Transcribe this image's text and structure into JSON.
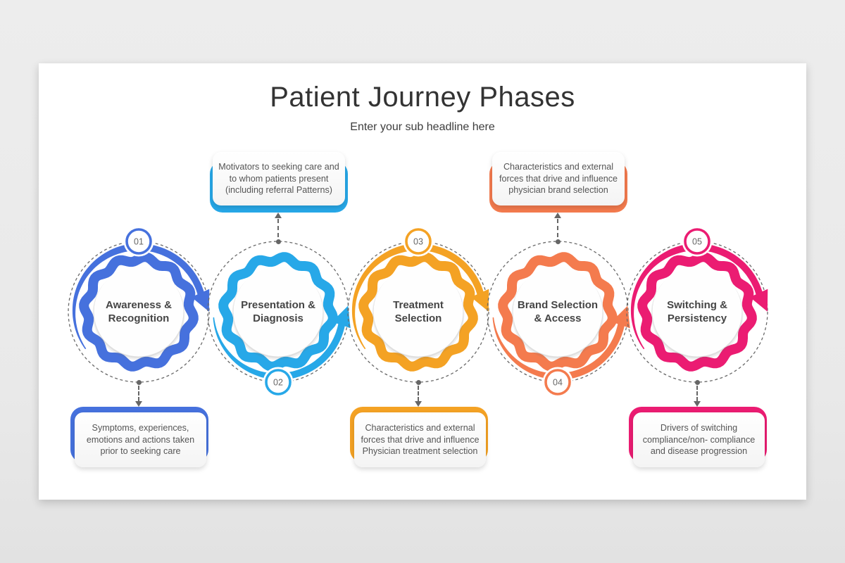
{
  "slide": {
    "title": "Patient Journey Phases",
    "subtitle": "Enter your sub headline here"
  },
  "connector_color": "#666666",
  "phases": [
    {
      "number": "01",
      "label": "Awareness & Recognition",
      "color": "#4671DD",
      "badge_position": "top",
      "arc": "top",
      "note_position": "bottom",
      "note": "Symptoms, experiences, emotions and actions taken prior to seeking care"
    },
    {
      "number": "02",
      "label": "Presentation & Diagnosis",
      "color": "#27A8E8",
      "badge_position": "bottom",
      "arc": "bottom",
      "note_position": "top",
      "note": "Motivators to seeking care and to whom patients present (including referral Patterns)"
    },
    {
      "number": "03",
      "label": "Treatment Selection",
      "color": "#F4A224",
      "badge_position": "top",
      "arc": "top",
      "note_position": "bottom",
      "note": "Characteristics and external forces that drive and influence Physician treatment selection"
    },
    {
      "number": "04",
      "label": "Brand Selection & Access",
      "color": "#F47B4E",
      "badge_position": "bottom",
      "arc": "bottom",
      "note_position": "top",
      "note": "Characteristics and external forces that drive and influence physician brand selection"
    },
    {
      "number": "05",
      "label": "Switching & Persistency",
      "color": "#EB1C72",
      "badge_position": "top",
      "arc": "top",
      "note_position": "bottom",
      "note": "Drivers of switching compliance/non- compliance and disease progression"
    }
  ]
}
